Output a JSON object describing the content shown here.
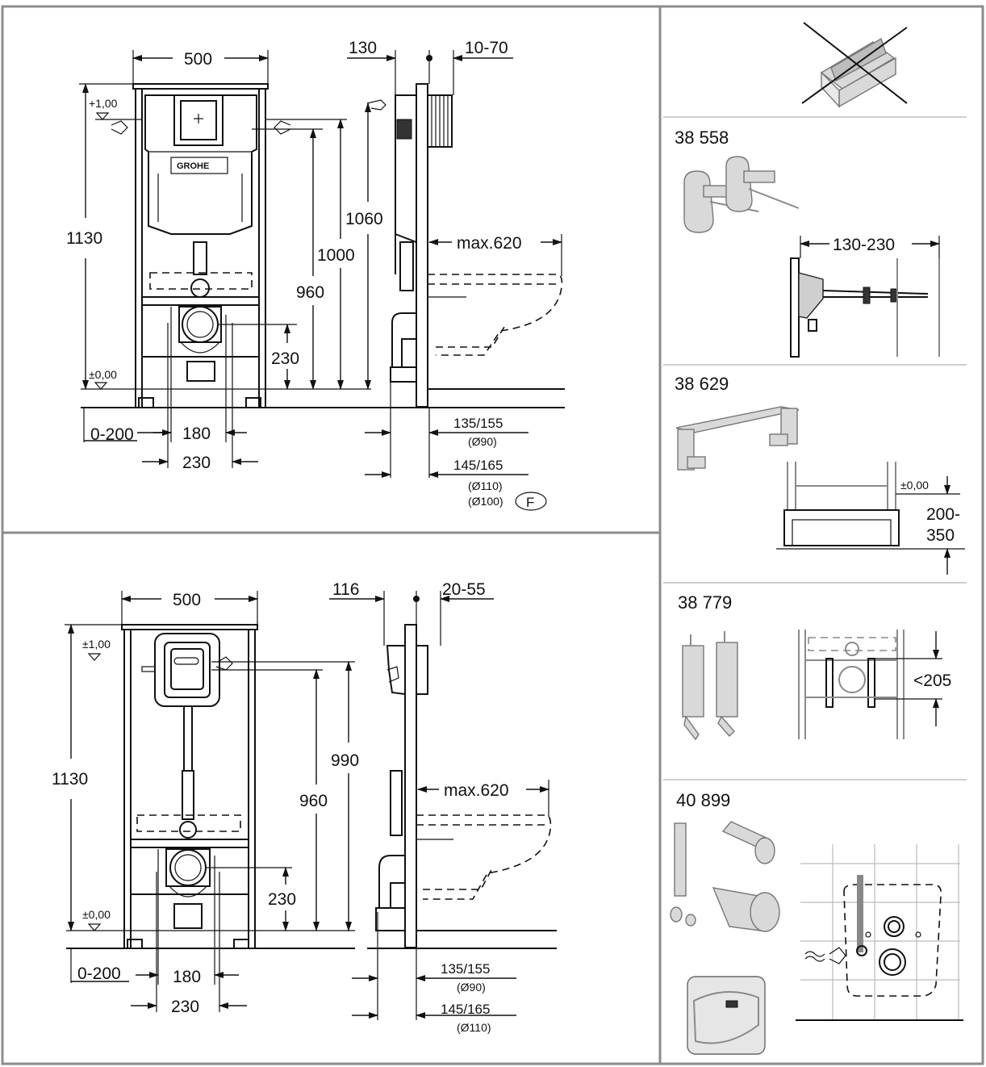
{
  "panel_top": {
    "front": {
      "width": "500",
      "height": "1130",
      "plus_level": "+1,00",
      "zero_level": "±0,00",
      "dim_1000": "1000",
      "dim_960": "960",
      "dim_230": "230",
      "dim_0_200": "0-200",
      "dim_180": "180",
      "dim_230b": "230",
      "brand": "GROHE"
    },
    "side": {
      "dim_130": "130",
      "dim_10_70": "10-70",
      "dim_1060": "1060",
      "max": "max.620",
      "pipe_a": "135/155",
      "pipe_a_sub": "(Ø90)",
      "pipe_b": "145/165",
      "pipe_b_sub1": "(Ø110)",
      "pipe_b_sub2": "(Ø100)",
      "country": "F"
    }
  },
  "panel_bottom": {
    "front": {
      "width": "500",
      "height": "1130",
      "plus_level": "±1,00",
      "zero_level": "±0,00",
      "dim_960": "960",
      "dim_990": "990",
      "dim_230": "230",
      "dim_0_200": "0-200",
      "dim_180": "180",
      "dim_230b": "230"
    },
    "side": {
      "dim_116": "116",
      "dim_20_55": "20-55",
      "max": "max.620",
      "pipe_a": "135/155",
      "pipe_a_sub": "(Ø90)",
      "pipe_b": "145/165",
      "pipe_b_sub": "(Ø110)"
    }
  },
  "accessories": [
    {
      "code": "38 558",
      "dim": "130-230"
    },
    {
      "code": "38 629",
      "level": "±0,00",
      "dim_a": "200-",
      "dim_b": "350"
    },
    {
      "code": "38 779",
      "dim": "<205"
    },
    {
      "code": "40 899"
    }
  ],
  "not_included_icon": "crossed-out-tile-icon"
}
